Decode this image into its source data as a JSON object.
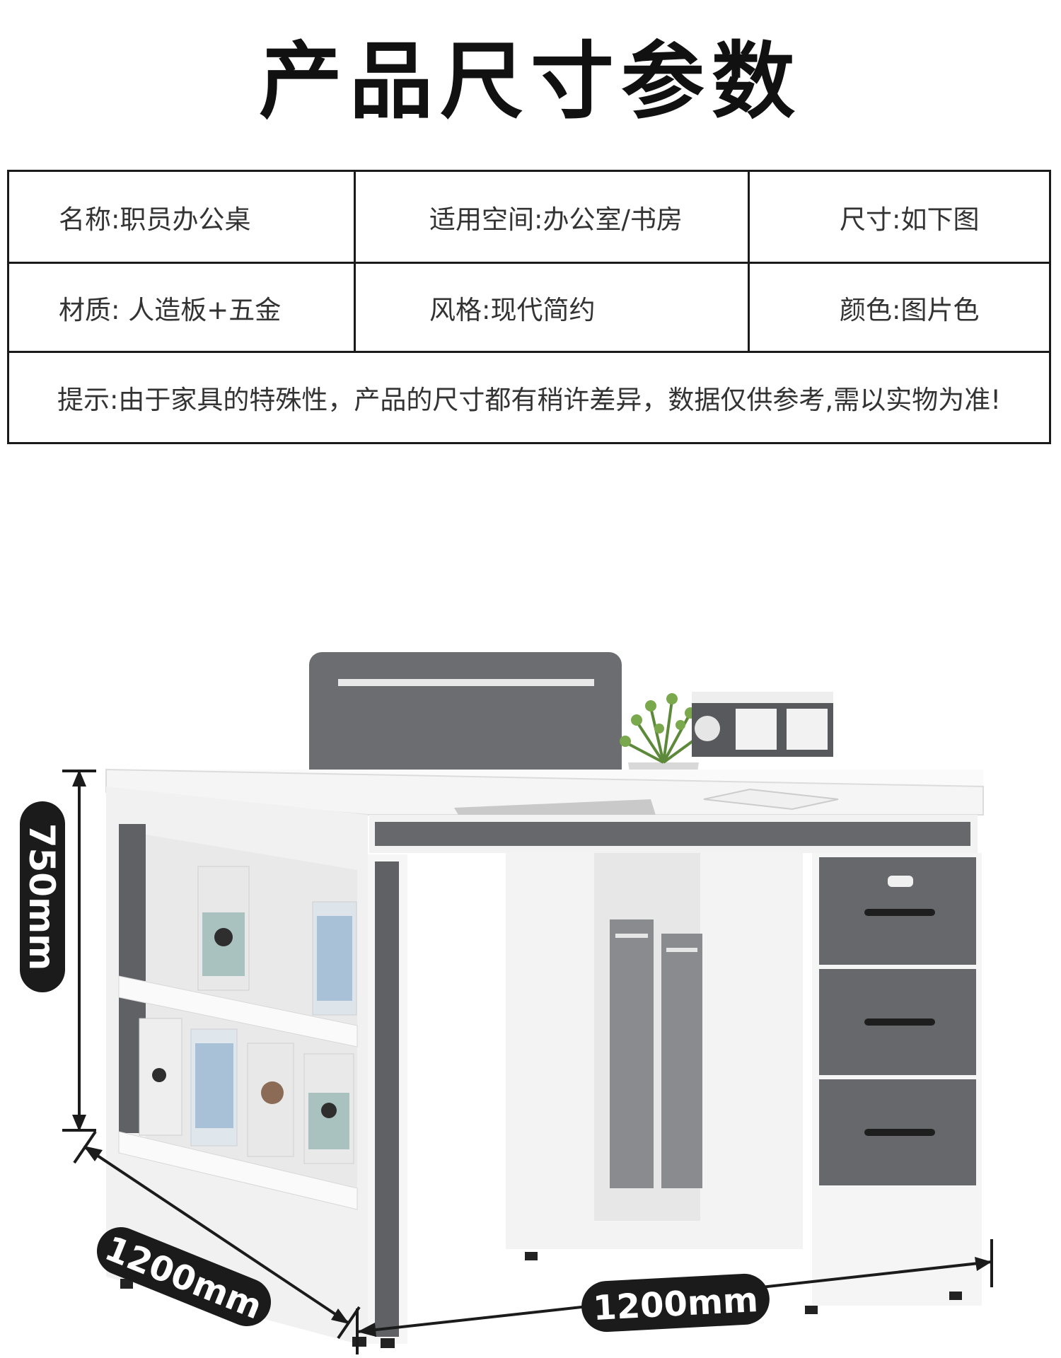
{
  "title": "产品尺寸参数",
  "specs": {
    "row1": [
      "名称:职员办公桌",
      "适用空间:办公室/书房",
      "尺寸:如下图"
    ],
    "row2": [
      "材质: 人造板+五金",
      "风格:现代简约",
      "颜色:图片色"
    ],
    "note": "提示:由于家具的特殊性，产品的尺寸都有稍许差异，数据仅供参考,需以实物为准!"
  },
  "dimensions": {
    "height": "750mm",
    "depth": "1200mm",
    "width": "1200mm"
  },
  "colors": {
    "panel_gray": "#6b6d70",
    "white": "#f4f4f4",
    "badge": "#1b1b1b"
  }
}
